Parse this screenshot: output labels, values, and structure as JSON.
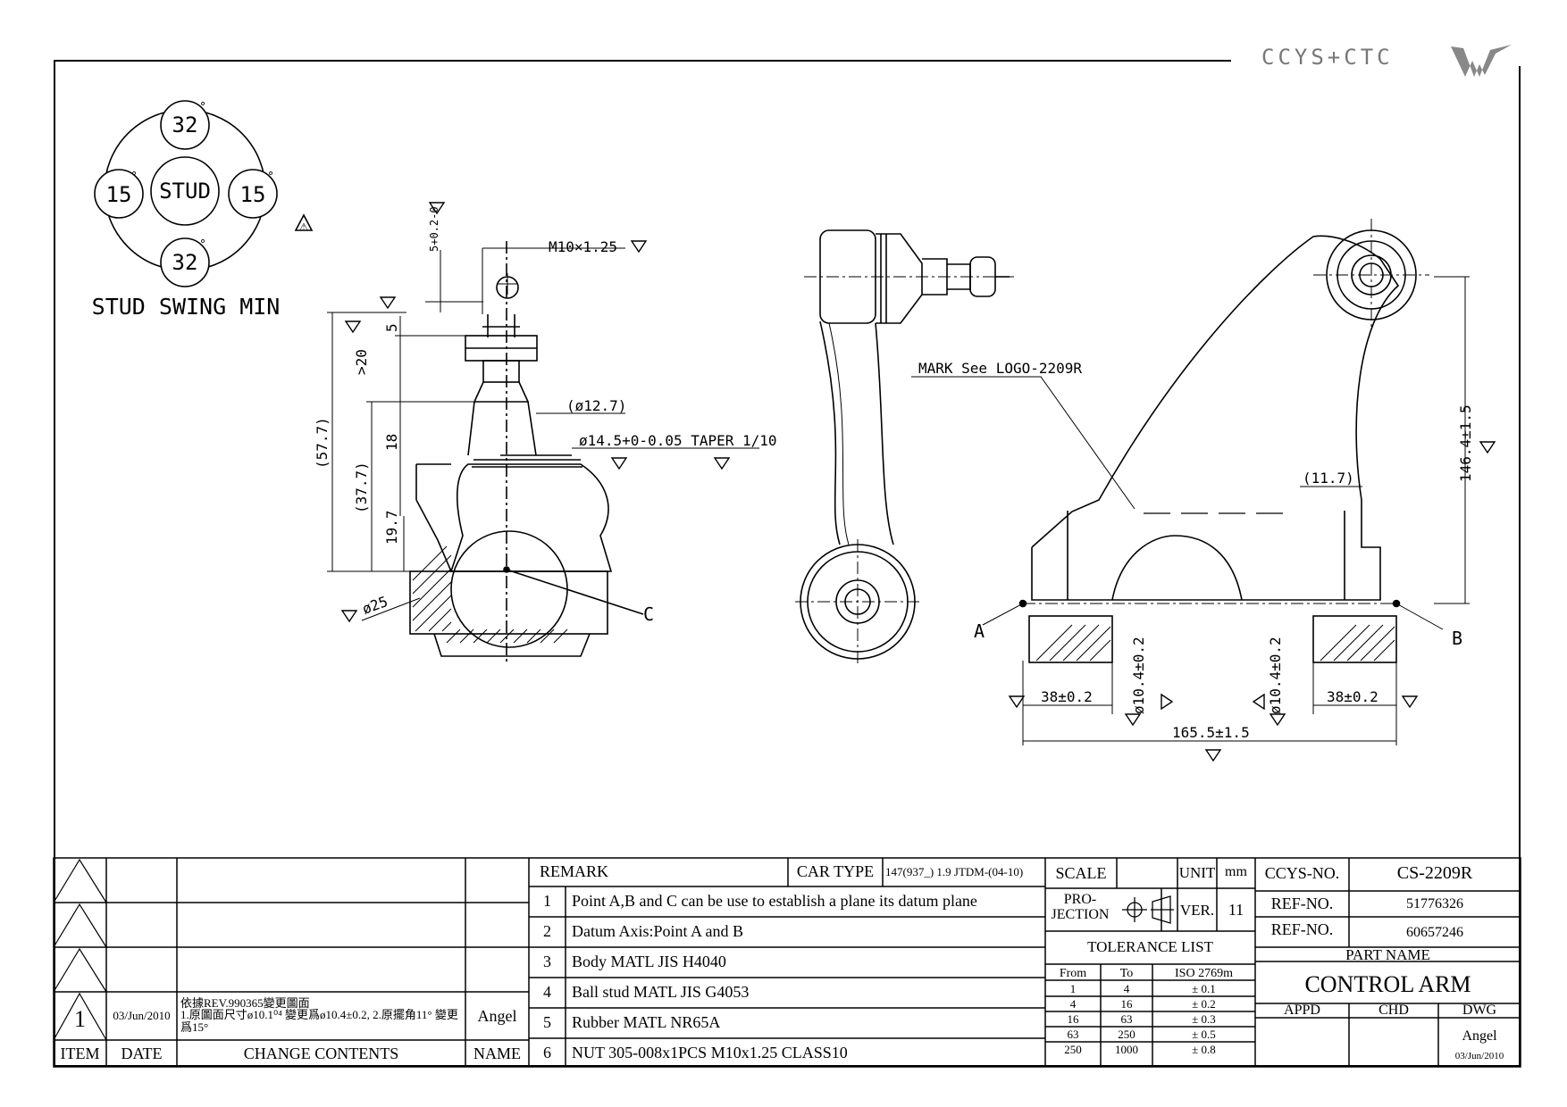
{
  "logo": {
    "text": "CCYS+CTC",
    "icon": "ccys-ctc-logo-icon"
  },
  "stud_swing": {
    "top": "32",
    "bottom": "32",
    "left": "15",
    "right": "15",
    "center": "STUD",
    "degree": "°",
    "caption": "STUD SWING MIN"
  },
  "warning_symbol": "⚠",
  "dims": {
    "thread": "M10×1.25",
    "tol_5": "5+0.2-0",
    "five": "5",
    "gt20": ">20",
    "d577": "(57.7)",
    "d377": "(37.7)",
    "d18": "18",
    "d197": "19.7",
    "phi127": "(ø12.7)",
    "phi145": "ø14.5+0-0.05 TAPER 1/10",
    "phi25": "ø25",
    "point_c": "C",
    "mark": "MARK See LOGO-2209R",
    "d1464": "146.4±1.5",
    "d117": "(11.7)",
    "point_a": "A",
    "point_b": "B",
    "d38a": "38±0.2",
    "d38b": "38±0.2",
    "phi104a": "ø10.4±0.2",
    "phi104b": "ø10.4±0.2",
    "d1655": "165.5±1.5"
  },
  "revision": {
    "rev_number": "1",
    "date": "03/Jun/2010",
    "contents_line1": "依據REV.990365變更圖面",
    "contents_line2": "1.原圖面尺寸ø10.1⁰⁴ 變更爲ø10.4±0.2, 2.原擺角11° 變更爲15°",
    "name": "Angel",
    "headers": {
      "item": "ITEM",
      "date": "DATE",
      "contents": "CHANGE CONTENTS",
      "name": "NAME"
    }
  },
  "remarks": {
    "header": "REMARK",
    "car_type_label": "CAR TYPE",
    "car_type": "147(937_) 1.9 JTDM-(04-10)",
    "items": [
      {
        "no": "1",
        "text": "Point A,B and C can be use to establish a plane its datum plane"
      },
      {
        "no": "2",
        "text": "Datum Axis:Point A and B"
      },
      {
        "no": "3",
        "text": "Body MATL JIS H4040"
      },
      {
        "no": "4",
        "text": "Ball stud MATL JIS G4053"
      },
      {
        "no": "5",
        "text": "Rubber MATL NR65A"
      },
      {
        "no": "6",
        "text": "NUT 305-008x1PCS M10x1.25 CLASS10"
      }
    ]
  },
  "title_block": {
    "scale_label": "SCALE",
    "unit_label": "UNIT",
    "unit": "mm",
    "projection_label_1": "PRO-",
    "projection_label_2": "JECTION",
    "ver_label": "VER.",
    "ver": "11",
    "tolerance_title": "TOLERANCE LIST",
    "tol_headers": {
      "from": "From",
      "to": "To",
      "iso": "ISO 2769m"
    },
    "tolerances": [
      {
        "from": "1",
        "to": "4",
        "tol": "± 0.1"
      },
      {
        "from": "4",
        "to": "16",
        "tol": "± 0.2"
      },
      {
        "from": "16",
        "to": "63",
        "tol": "± 0.3"
      },
      {
        "from": "63",
        "to": "250",
        "tol": "± 0.5"
      },
      {
        "from": "250",
        "to": "1000",
        "tol": "± 0.8"
      }
    ],
    "ccys_label": "CCYS-NO.",
    "ccys_no": "CS-2209R",
    "ref_label": "REF-NO.",
    "ref1": "51776326",
    "ref2": "60657246",
    "part_name_label": "PART NAME",
    "part_name": "CONTROL ARM",
    "appd_label": "APPD",
    "chd_label": "CHD",
    "dwg_label": "DWG",
    "dwg_name": "Angel",
    "dwg_date": "03/Jun/2010"
  }
}
